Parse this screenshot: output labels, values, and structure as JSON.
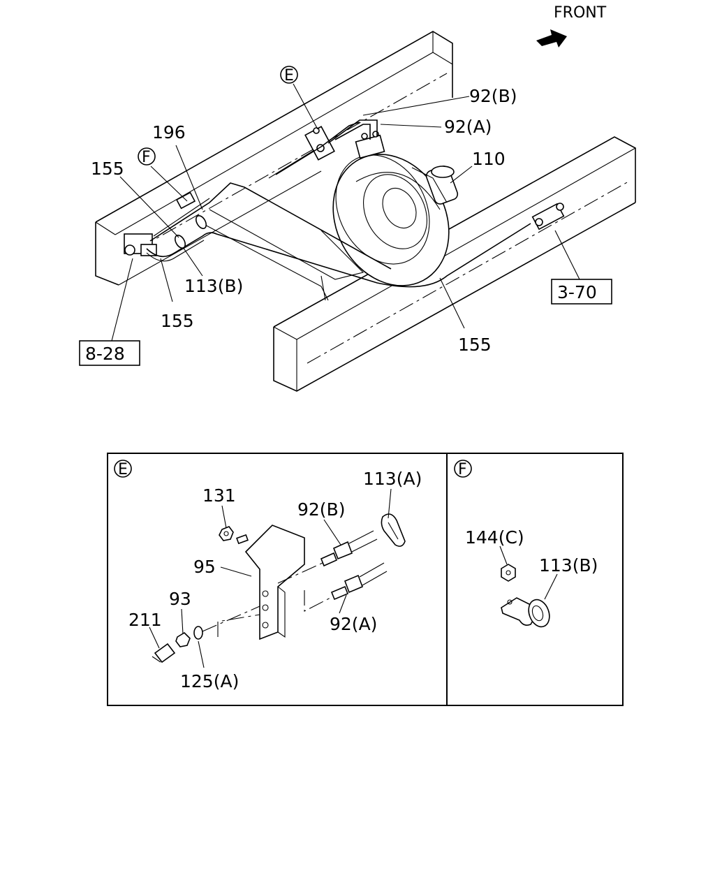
{
  "front_label": "FRONT",
  "main": {
    "labels": {
      "e_marker": "E",
      "f_marker": "F",
      "l92b": "92(B)",
      "l92a": "92(A)",
      "l110": "110",
      "l196": "196",
      "l155_top": "155",
      "l113b": "113(B)",
      "l155_mid": "155",
      "l155_right": "155",
      "ref_8_28": "8-28",
      "ref_3_70": "3-70"
    }
  },
  "detail_e": {
    "marker": "E",
    "labels": {
      "l131": "131",
      "l92b": "92(B)",
      "l113a": "113(A)",
      "l95": "95",
      "l93": "93",
      "l211": "211",
      "l92a": "92(A)",
      "l125a": "125(A)"
    }
  },
  "detail_f": {
    "marker": "F",
    "labels": {
      "l144c": "144(C)",
      "l113b": "113(B)"
    }
  }
}
